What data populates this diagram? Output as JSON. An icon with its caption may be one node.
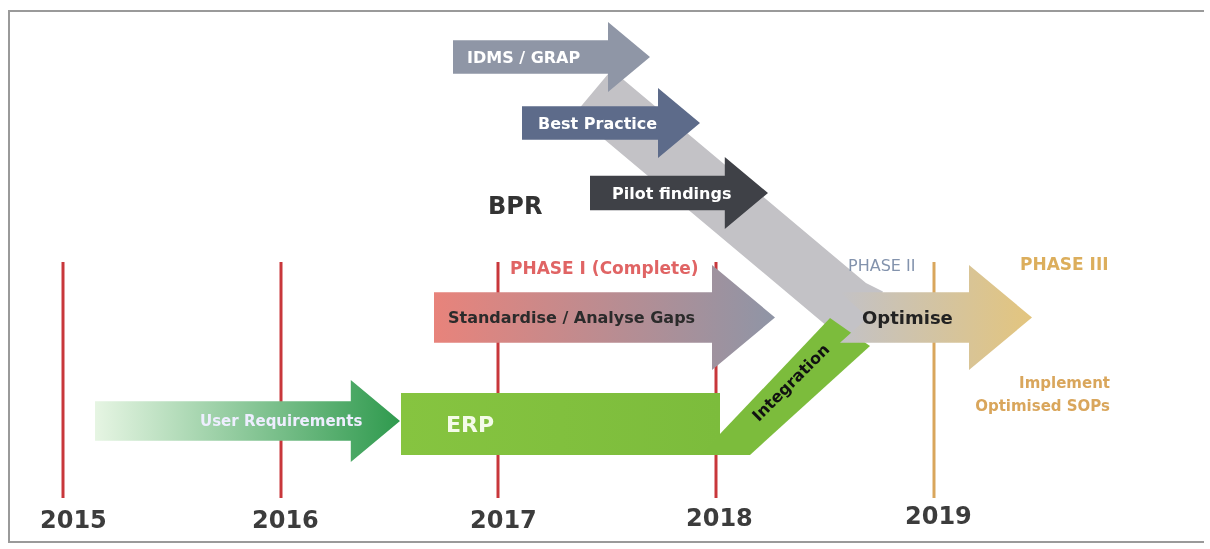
{
  "diagram": {
    "nodes": [
      {
        "text": [
          "IDMS / GRAP"
        ]
      },
      {
        "text": [
          "Best Practice"
        ]
      },
      {
        "text": [
          "Pilot findings"
        ]
      },
      {
        "text": [
          "Standardise / Analyse Gaps"
        ]
      },
      {
        "text": [
          "User Requirements"
        ]
      },
      {
        "text": [
          "ERP"
        ]
      },
      {
        "text": [
          "Integration"
        ]
      },
      {
        "text": [
          "Optimise"
        ]
      }
    ],
    "edges": [
      {
        "from": 0,
        "to": 7,
        "arrow": "none"
      },
      {
        "from": 1,
        "to": 7,
        "arrow": "none"
      },
      {
        "from": 2,
        "to": 7,
        "arrow": "none"
      }
    ],
    "labels": [
      "BPR",
      "PHASE I (Complete)",
      "PHASE II",
      "PHASE III",
      "Implement Optimised SOPs",
      "2015",
      "2016",
      "2017",
      "2018",
      "2019"
    ]
  }
}
